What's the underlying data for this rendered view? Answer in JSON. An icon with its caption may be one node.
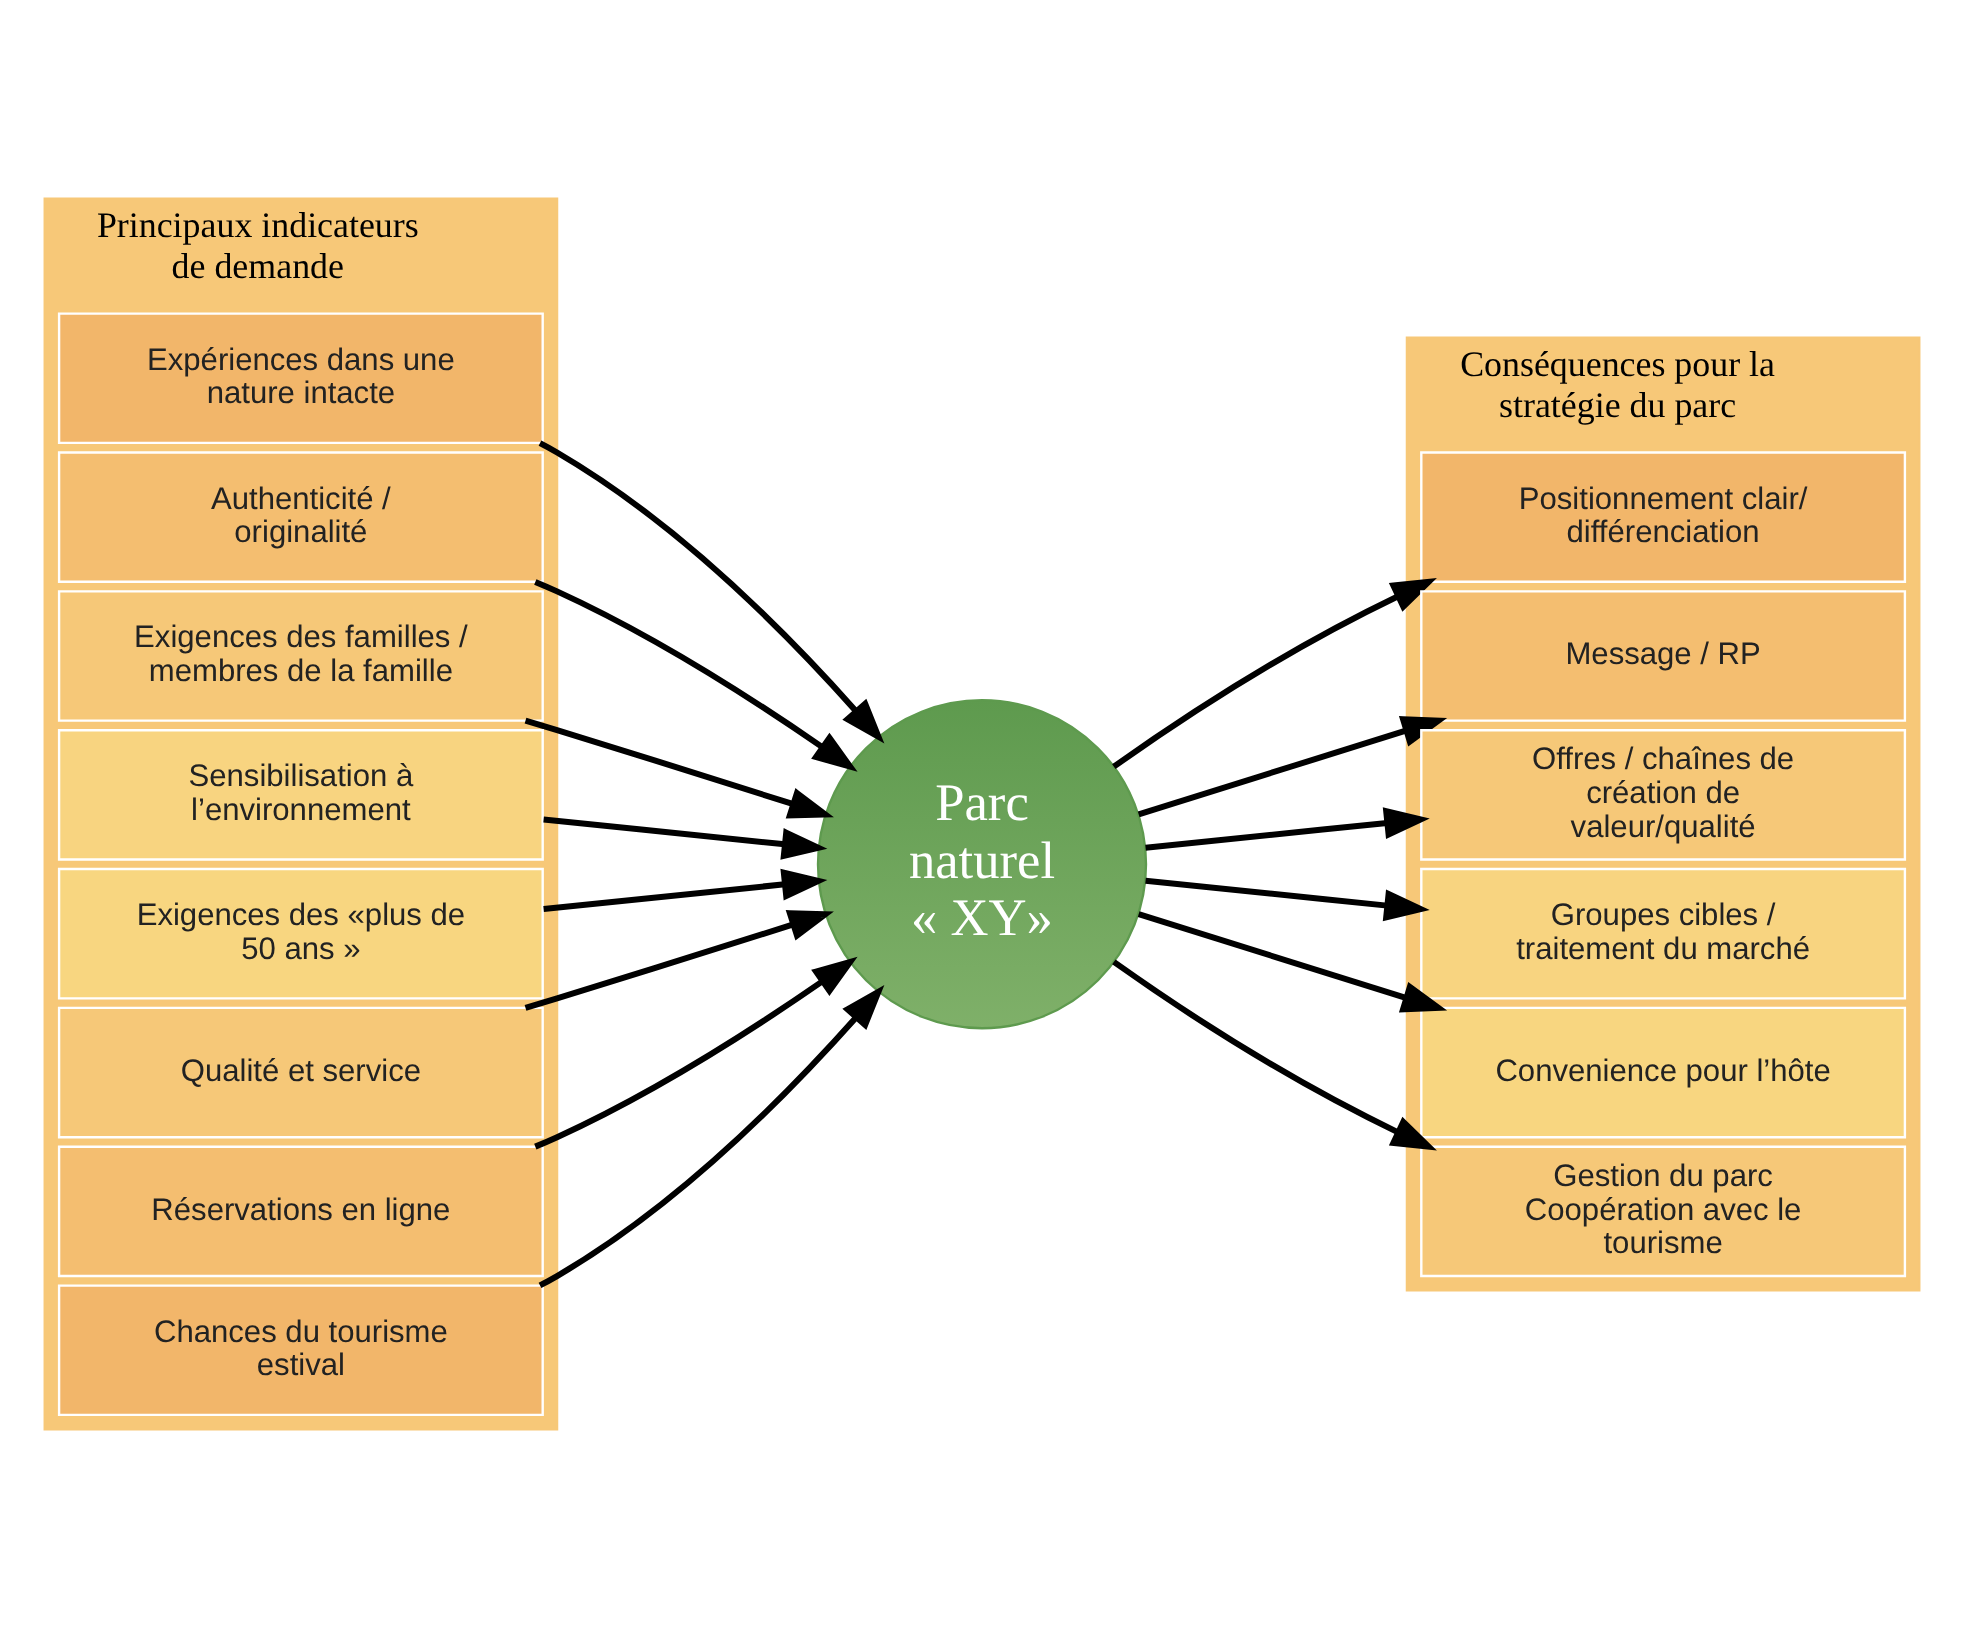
{
  "diagram": {
    "nodes": [
      {
        "text": [
          "Principaux indicateurs de demande"
        ]
      },
      {
        "text": [
          "Expériences dans une nature intacte"
        ],
        "in": 0
      },
      {
        "text": [
          "Authenticité / originalité"
        ],
        "in": 0
      },
      {
        "text": [
          "Exigences des familles / membres de la famille"
        ],
        "in": 0
      },
      {
        "text": [
          "Sensibilisation à l’environnement"
        ],
        "in": 0
      },
      {
        "text": [
          "Exigences des «plus de 50 ans »"
        ],
        "in": 0
      },
      {
        "text": [
          "Qualité et service"
        ],
        "in": 0
      },
      {
        "text": [
          "Réservations en ligne"
        ],
        "in": 0
      },
      {
        "text": [
          "Chances du tourisme estival"
        ],
        "in": 0
      },
      {
        "text": [
          "Parc naturel « XY»"
        ]
      },
      {
        "text": [
          "Conséquences pour la stratégie du parc"
        ]
      },
      {
        "text": [
          "Positionnement clair/ différenciation"
        ],
        "in": 10
      },
      {
        "text": [
          "Message / RP"
        ],
        "in": 10
      },
      {
        "text": [
          "Offres / chaînes de création de valeur/qualité"
        ],
        "in": 10
      },
      {
        "text": [
          "Groupes cibles / traitement du marché"
        ],
        "in": 10
      },
      {
        "text": [
          "Convenience pour l’hôte"
        ],
        "in": 10
      },
      {
        "text": [
          "Gestion du parc Coopération avec le tourisme"
        ],
        "in": 10
      }
    ],
    "edges": [
      {
        "from": 1,
        "to": 9,
        "arrow": "to"
      },
      {
        "from": 2,
        "to": 9,
        "arrow": "to"
      },
      {
        "from": 3,
        "to": 9,
        "arrow": "to"
      },
      {
        "from": 4,
        "to": 9,
        "arrow": "to"
      },
      {
        "from": 5,
        "to": 9,
        "arrow": "to"
      },
      {
        "from": 6,
        "to": 9,
        "arrow": "to"
      },
      {
        "from": 7,
        "to": 9,
        "arrow": "to"
      },
      {
        "from": 8,
        "to": 9,
        "arrow": "to"
      },
      {
        "from": 9,
        "to": 11,
        "arrow": "to"
      },
      {
        "from": 9,
        "to": 12,
        "arrow": "to"
      },
      {
        "from": 9,
        "to": 13,
        "arrow": "to"
      },
      {
        "from": 9,
        "to": 14,
        "arrow": "to"
      },
      {
        "from": 9,
        "to": 15,
        "arrow": "to"
      },
      {
        "from": 9,
        "to": 16,
        "arrow": "to"
      }
    ]
  }
}
